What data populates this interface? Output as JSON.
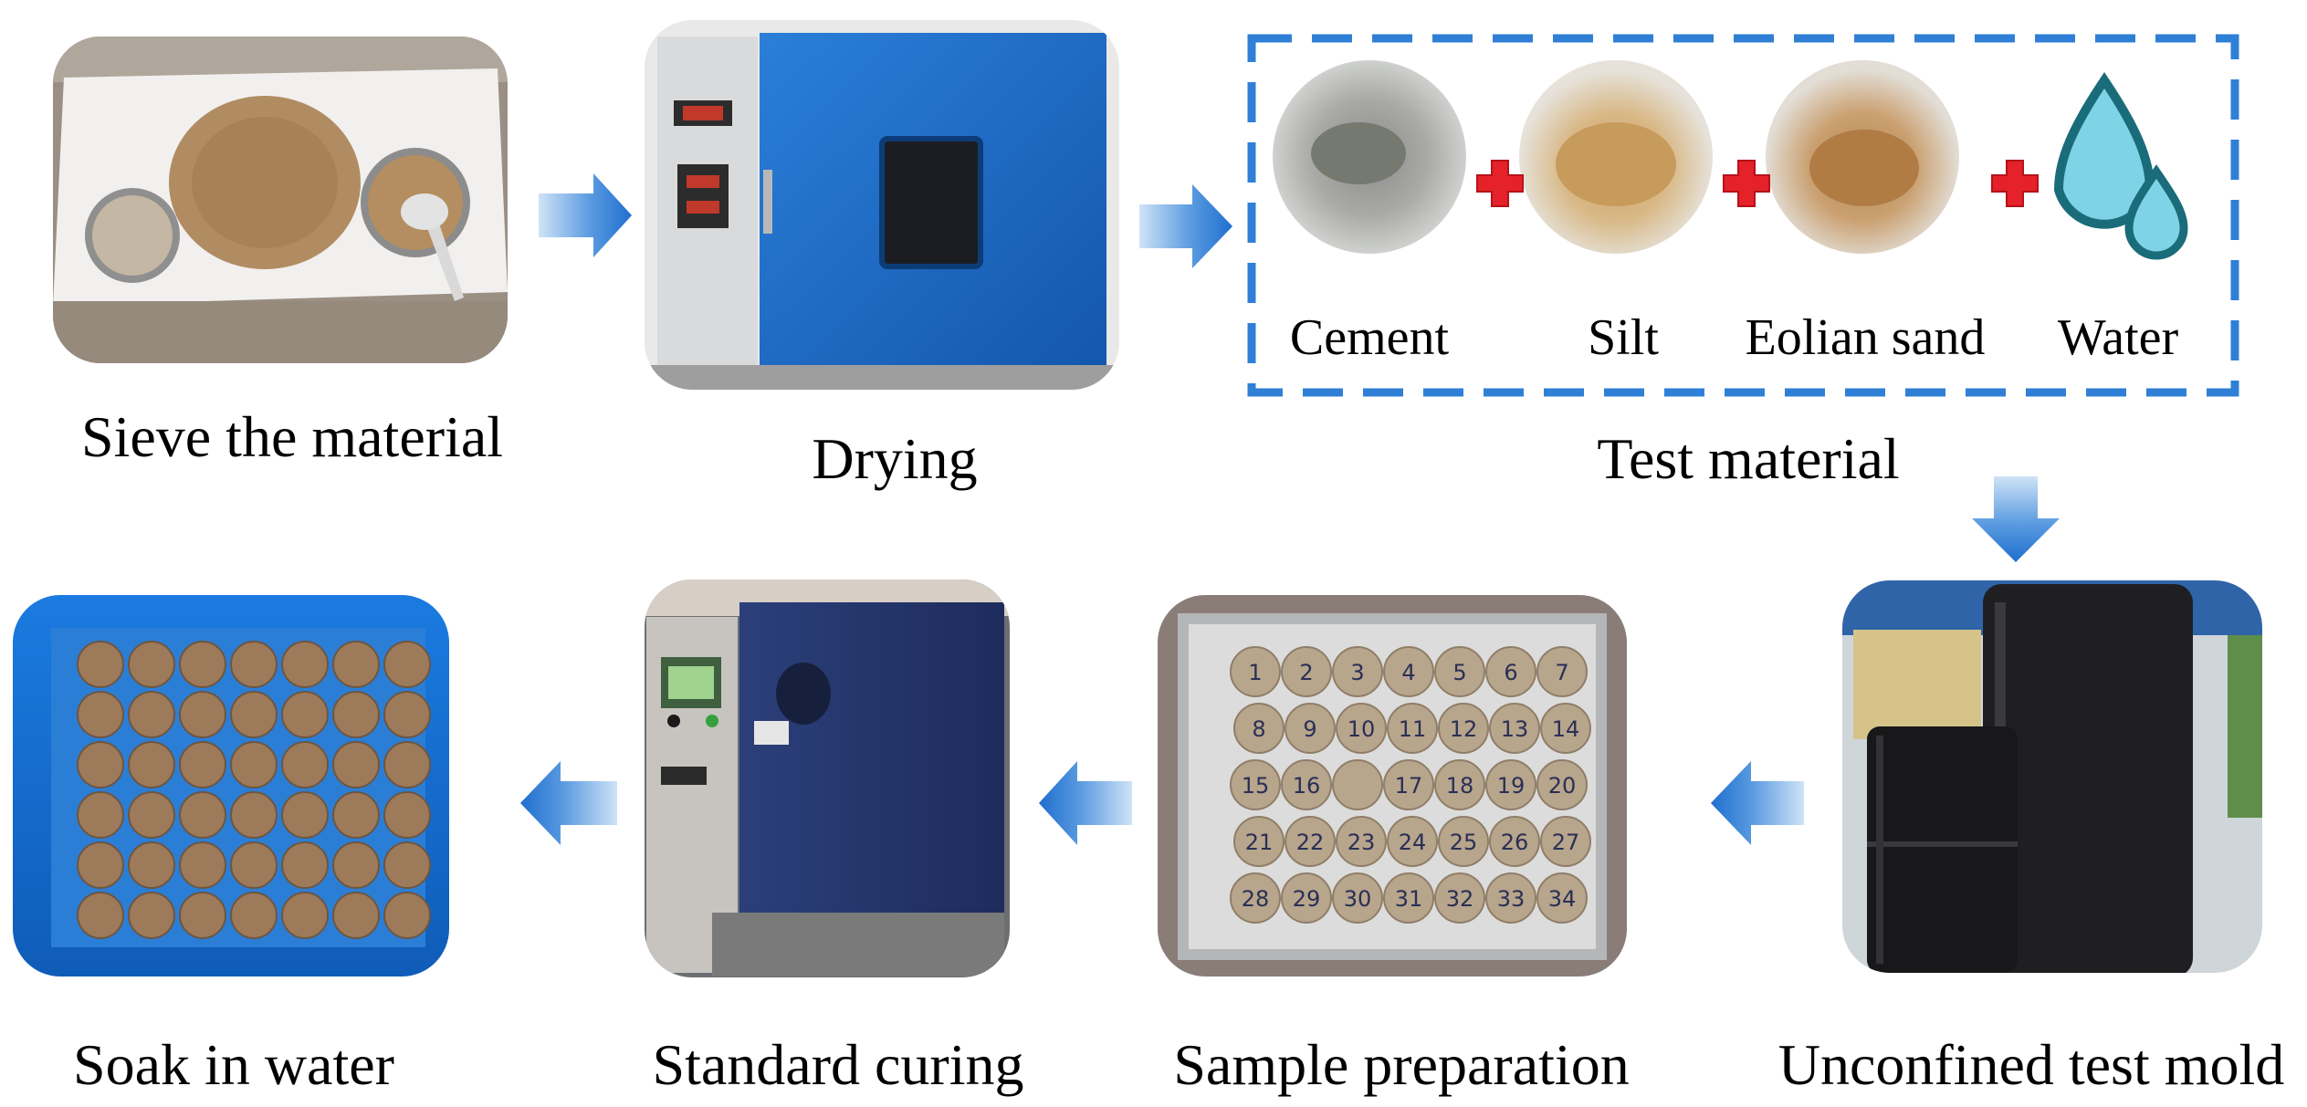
{
  "steps": {
    "sieve": "Sieve the material",
    "drying": "Drying",
    "test_material": "Test material",
    "mold": "Unconfined test mold",
    "sample_prep": "Sample preparation",
    "curing": "Standard curing",
    "soak": "Soak in water"
  },
  "materials": [
    {
      "label": "Cement",
      "icon": "cement-photo"
    },
    {
      "label": "Silt",
      "icon": "silt-photo"
    },
    {
      "label": "Eolian sand",
      "icon": "eolian-sand-photo"
    },
    {
      "label": "Water",
      "icon": "water-drops-icon"
    }
  ],
  "sample_numbers": [
    [
      "1",
      "2",
      "3",
      "4",
      "5",
      "6",
      "7"
    ],
    [
      "8",
      "9",
      "10",
      "11",
      "12",
      "13",
      "14"
    ],
    [
      "15",
      "16",
      "",
      "17",
      "18",
      "19",
      "20"
    ],
    [
      "21",
      "22",
      "23",
      "24",
      "25",
      "26",
      "27"
    ],
    [
      "28",
      "29",
      "30",
      "31",
      "32",
      "33",
      "34"
    ]
  ],
  "colors": {
    "arrow": "#2f7fd6",
    "frame": "#2f7fd6",
    "plus": "#e5212a",
    "water": "#7fd3e6",
    "water_outline": "#1a6c7a"
  }
}
